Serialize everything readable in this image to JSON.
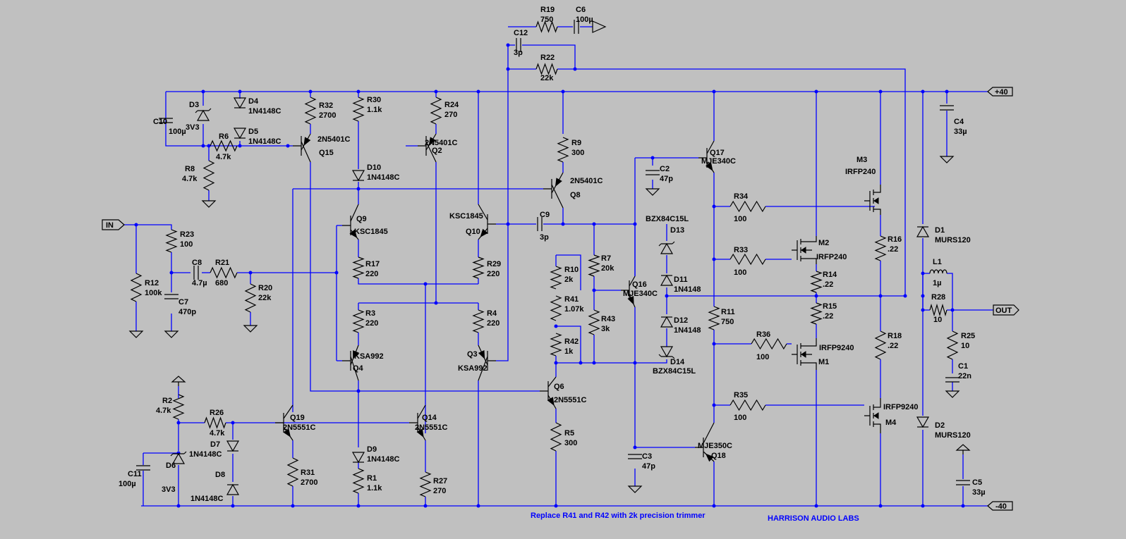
{
  "ports": {
    "in": "IN",
    "out": "OUT",
    "vpos": "+40",
    "vneg": "-40"
  },
  "notes": {
    "trimmer": "Replace R41 and R42 with 2k precision trimmer",
    "brand": "HARRISON AUDIO LABS"
  },
  "resistors": {
    "R1": "1.1k",
    "R2": "4.7k",
    "R3": "220",
    "R4": "220",
    "R5": "300",
    "R6": "4.7k",
    "R7": "20k",
    "R8": "4.7k",
    "R9": "300",
    "R10": "2k",
    "R11": "750",
    "R12": "100k",
    "R14": ".22",
    "R15": ".22",
    "R16": ".22",
    "R17": "220",
    "R18": ".22",
    "R19": "750",
    "R20": "22k",
    "R21": "680",
    "R22": "22k",
    "R23": "100",
    "R24": "270",
    "R25": "10",
    "R26": "4.7k",
    "R27": "270",
    "R28": "10",
    "R29": "220",
    "R30": "1.1k",
    "R31": "2700",
    "R32": "2700",
    "R33": "100",
    "R34": "100",
    "R35": "100",
    "R36": "100",
    "R41": "1.07k",
    "R42": "1k",
    "R43": "3k"
  },
  "capacitors": {
    "C1": "22n",
    "C2": "47p",
    "C3": "47p",
    "C4": "33µ",
    "C5": "33µ",
    "C6": "100µ",
    "C7": "470p",
    "C8": "4.7µ",
    "C9": "3p",
    "C10": "100µ",
    "C11": "100µ",
    "C12": "3p"
  },
  "diodes": {
    "D1": "MURS120",
    "D2": "MURS120",
    "D3": "3V3",
    "D4": "1N4148C",
    "D5": "1N4148C",
    "D6": "3V3",
    "D7": "1N4148C",
    "D8": "1N4148C",
    "D9": "1N4148C",
    "D10": "1N4148C",
    "D11": "1N4148",
    "D12": "1N4148",
    "D13": "BZX84C15L",
    "D14": "BZX84C15L"
  },
  "transistors": {
    "Q2": "2N5401C",
    "Q3": "KSA992",
    "Q4": "KSA992",
    "Q6": "2N5551C",
    "Q8": "2N5401C",
    "Q9": "KSC1845",
    "Q10": "KSC1845",
    "Q14": "2N5551C",
    "Q15": "2N5401C",
    "Q16": "MJE340C",
    "Q17": "MJE340C",
    "Q18": "MJE350C",
    "Q19": "2N5551C",
    "M1": "IRFP9240",
    "M2": "IRFP240",
    "M3": "IRFP240",
    "M4": "IRFP9240"
  },
  "inductors": {
    "L1": "1µ"
  },
  "colors": {
    "background": "#c0c0c0",
    "wire": "#0000ff",
    "symbol": "#000000"
  }
}
